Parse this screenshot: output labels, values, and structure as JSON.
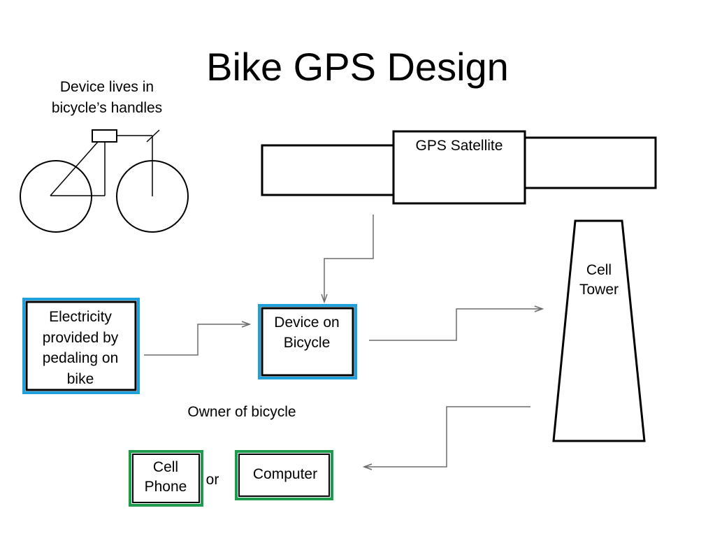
{
  "title": "Bike GPS Design",
  "bike_note": [
    "Device lives in",
    "bicycle’s handles"
  ],
  "satellite_label": "GPS Satellite",
  "tower_label": [
    "Cell",
    "Tower"
  ],
  "electricity_label": [
    "Electricity",
    "provided by",
    "pedaling on",
    "bike"
  ],
  "device_label": [
    "Device on",
    "Bicycle"
  ],
  "owner_label": "Owner of bicycle",
  "phone_label": [
    "Cell",
    "Phone"
  ],
  "or_label": "or",
  "computer_label": "Computer",
  "colors": {
    "blue_frame": "#1fa2dc",
    "green_frame": "#1c9c4c",
    "connector": "#6b6b6b"
  }
}
